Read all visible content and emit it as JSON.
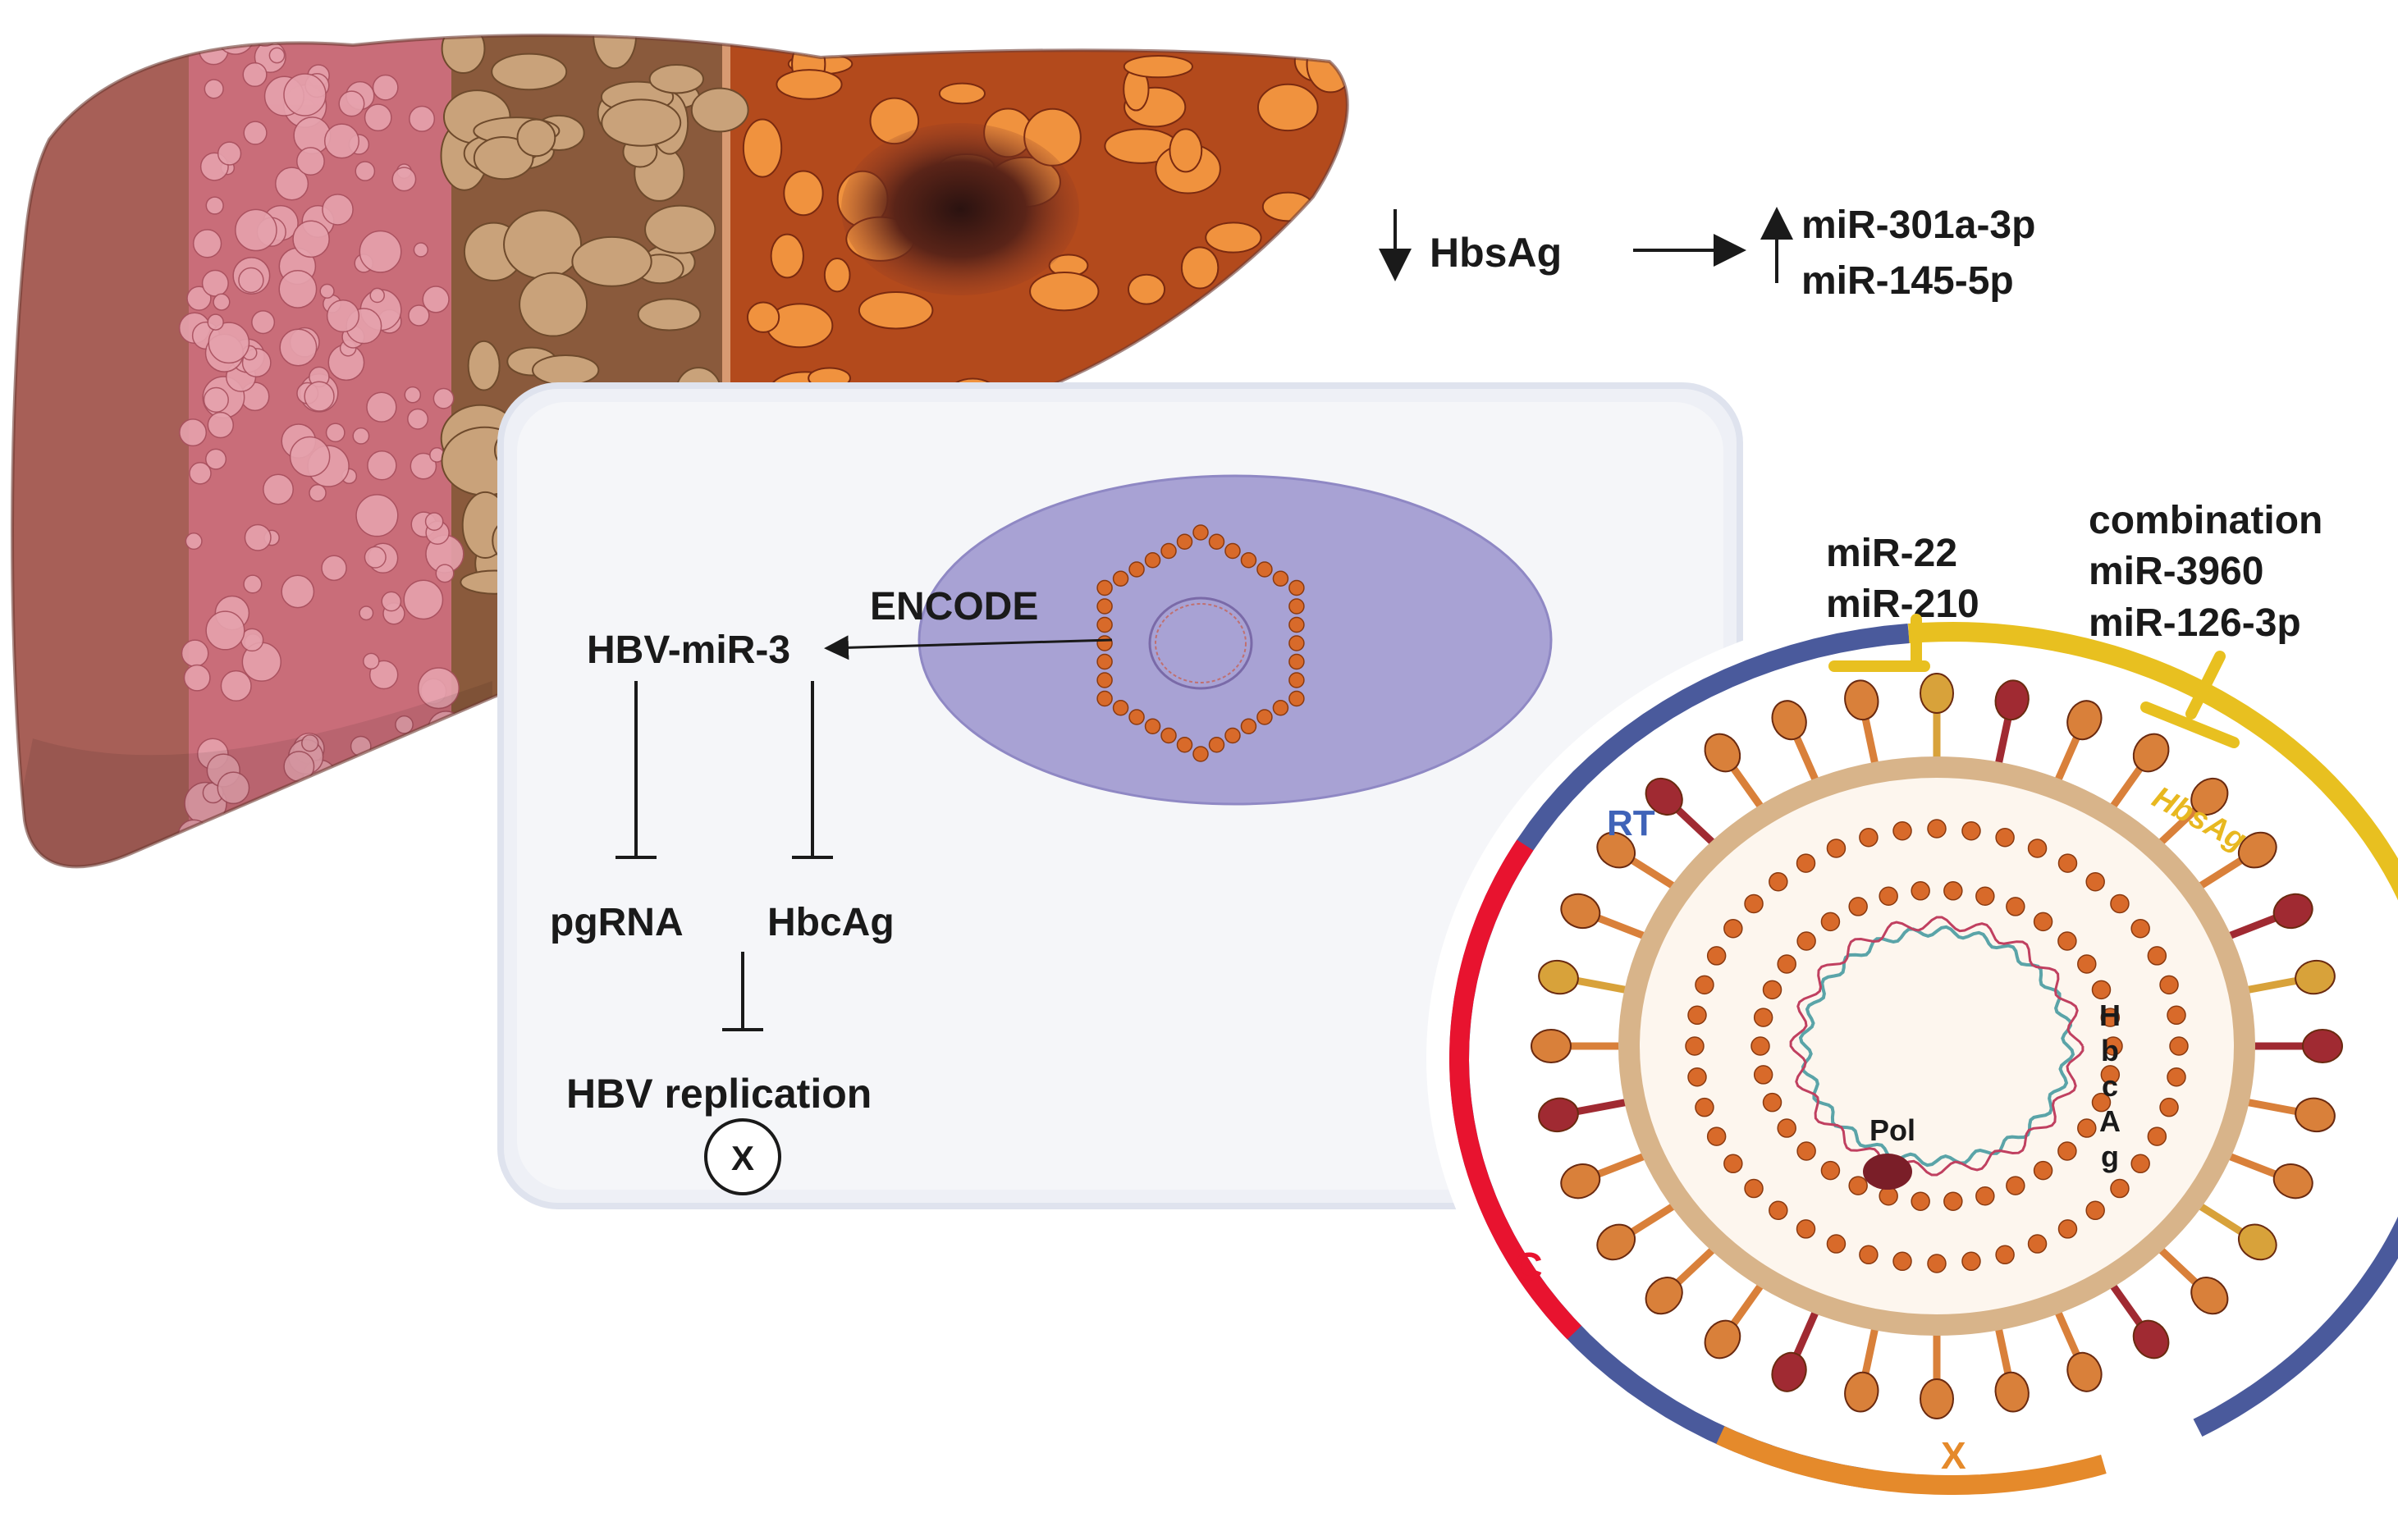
{
  "top_pathway": {
    "hbsag": "HbsAg",
    "mir_up_1": "miR-301a-3p",
    "mir_up_2": "miR-145-5p"
  },
  "cell": {
    "encode": "ENCODE",
    "hbv_mir3": "HBV-miR-3",
    "pgrna": "pgRNA",
    "hbcag": "HbcAg",
    "replication": "HBV replication",
    "blocked_mark": "X"
  },
  "virion": {
    "mir_group_1": [
      "miR-22",
      "miR-210"
    ],
    "mir_group_2": [
      "combination",
      "miR-3960",
      "miR-126-3p"
    ],
    "rt_label": "RT",
    "hbsag_label": "HbsAg",
    "c_label": "C",
    "x_label": "X",
    "pol_label": "Pol",
    "hbcag_vertical": [
      "H",
      "b",
      "c",
      "A",
      "g"
    ]
  },
  "colors": {
    "rt": "#4a5a9c",
    "hbsag": "#e8c020",
    "c": "#e8132f",
    "x": "#e58a2b",
    "nucleus": "#a8a2d4",
    "cell_fill": "#f4f5f8",
    "liver_healthy": "#a75f57",
    "liver_fatty": "#c96d79",
    "liver_fibrotic": "#8a5a3c",
    "liver_cancer": "#b34a1c"
  }
}
